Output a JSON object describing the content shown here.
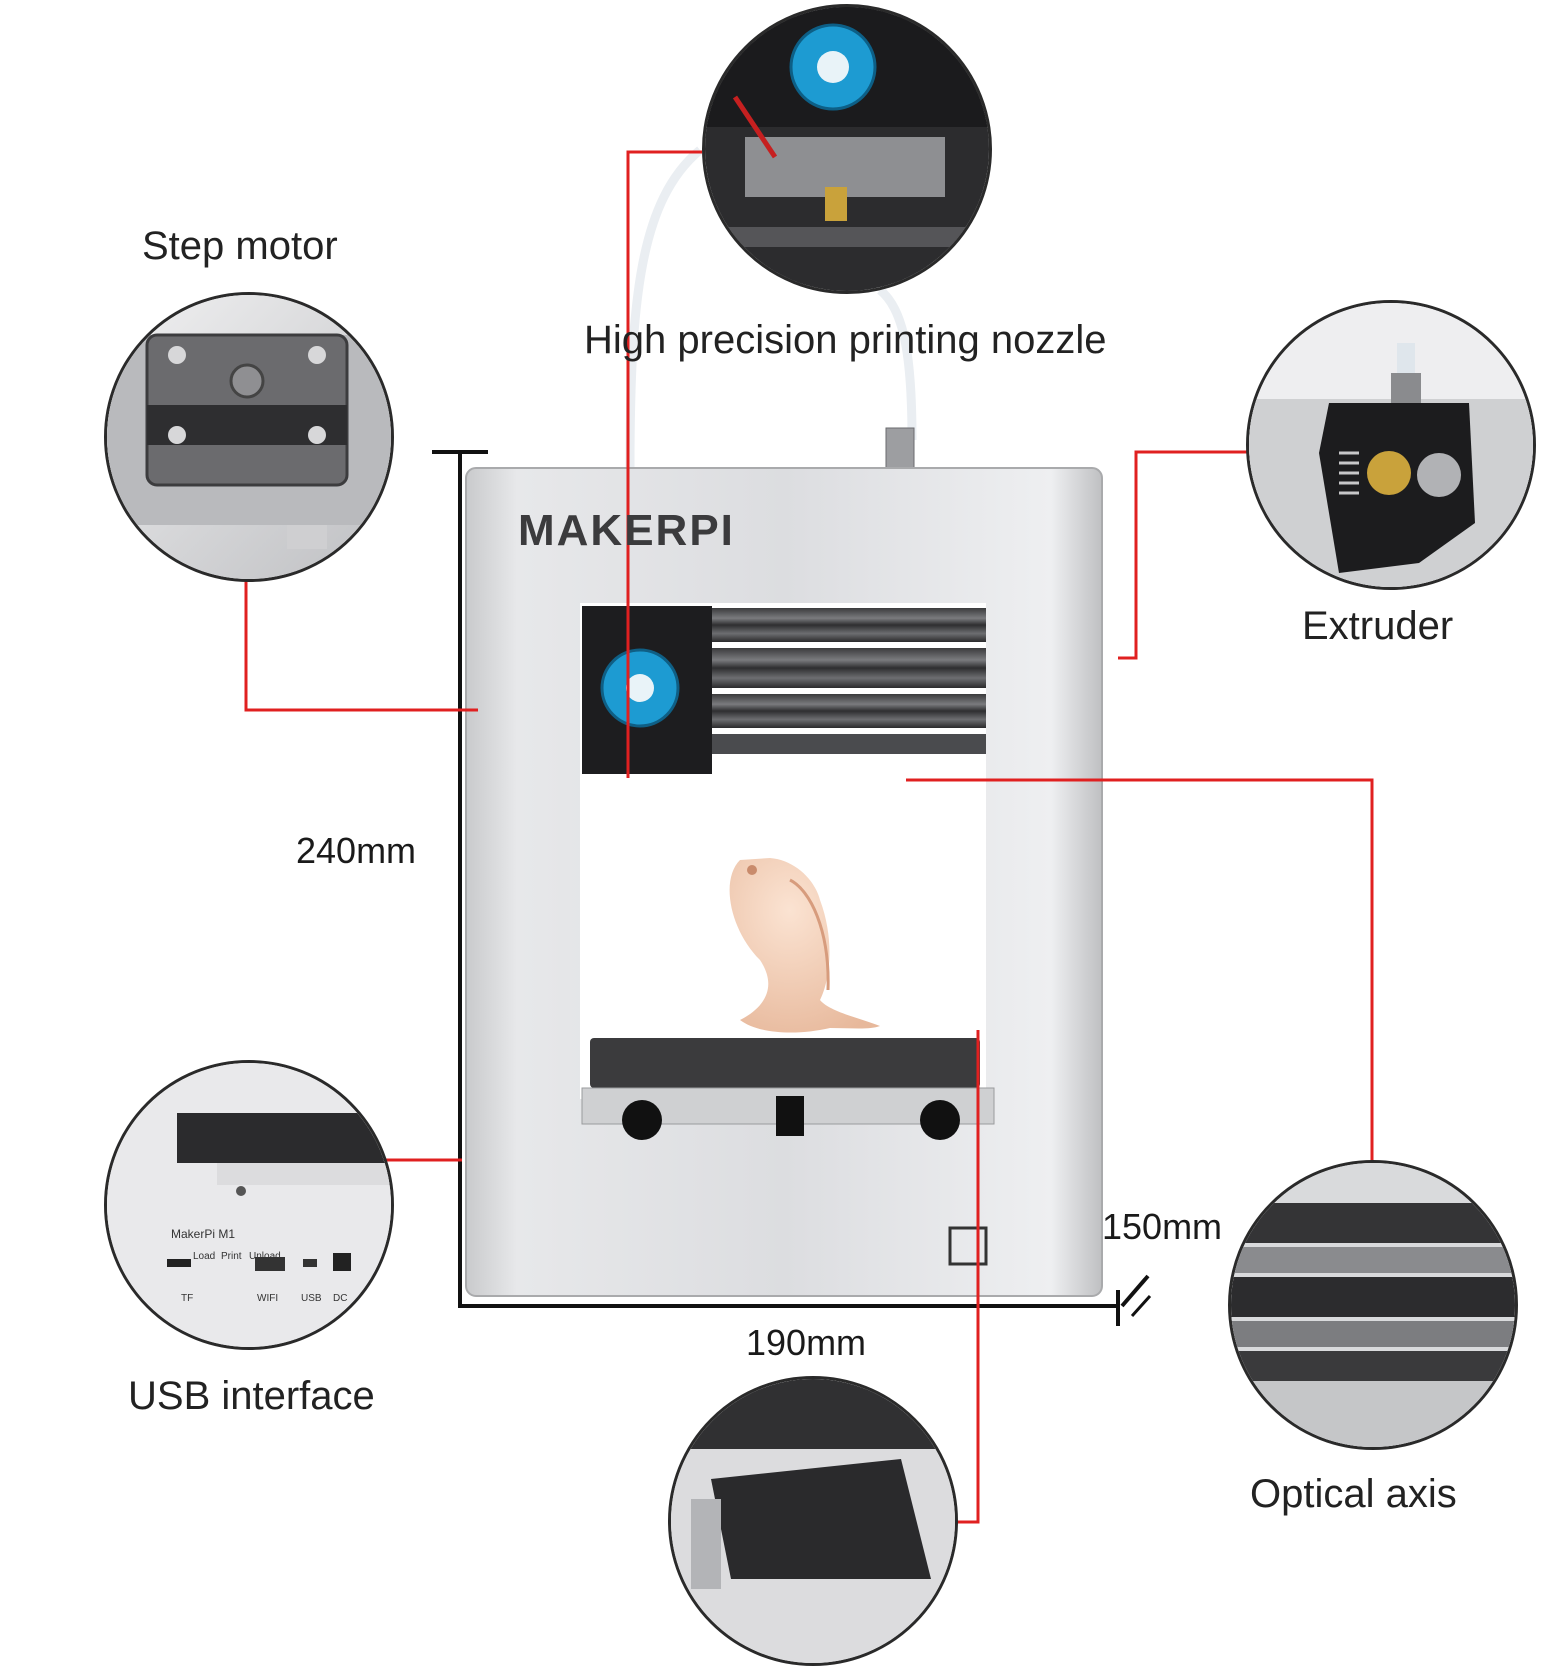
{
  "callouts": {
    "step_motor": "Step motor",
    "nozzle": "High precision printing nozzle",
    "extruder": "Extruder",
    "usb": "USB interface",
    "optical_axis": "Optical axis"
  },
  "dimensions": {
    "height": "240mm",
    "width": "190mm",
    "depth": "150mm"
  },
  "printer": {
    "brand": "MAKERPI",
    "model": "MakerPi M1",
    "panel_labels": {
      "load": "Load",
      "print": "Print",
      "unload": "Unload",
      "tf": "TF",
      "wifi": "WIFI",
      "usb": "USB",
      "dc": "DC"
    }
  },
  "colors": {
    "leader_line": "#e02020",
    "body": "#d9dadc",
    "accent_fan": "#1e9fd6"
  }
}
